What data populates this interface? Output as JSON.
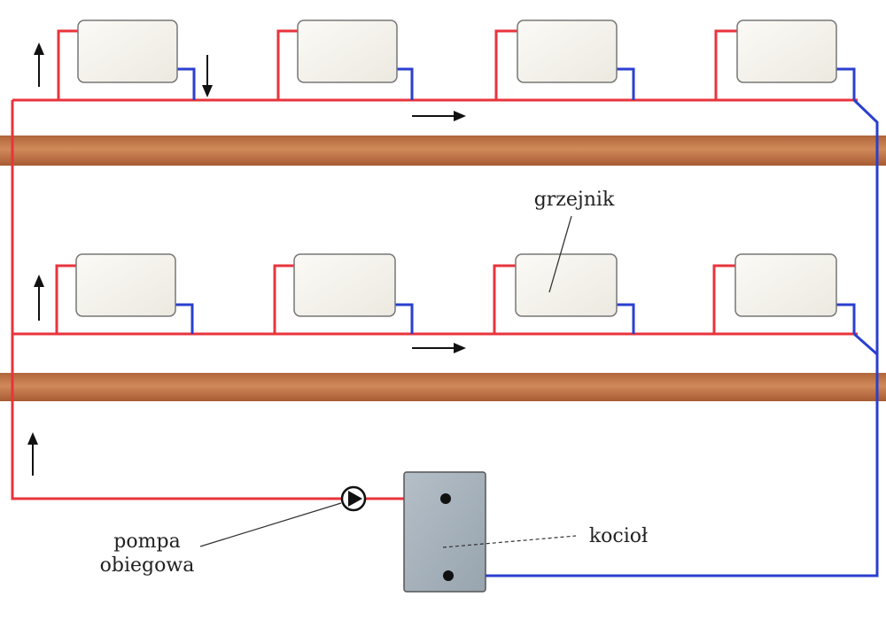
{
  "labels": {
    "radiator": "grzejnik",
    "pump_line1": "pompa",
    "pump_line2": "obiegowa",
    "boiler": "kocioł"
  },
  "colors": {
    "supply_pipe": "#e8343c",
    "return_pipe": "#2a3fd0",
    "floor_slab": "#c07040",
    "radiator_fill": "#f4f2ec",
    "boiler_fill": "#a6b2bc",
    "arrow": "#111111"
  },
  "icons": {
    "pump": "circulation-pump-icon",
    "flow_arrow": "flow-direction-arrow-icon"
  }
}
